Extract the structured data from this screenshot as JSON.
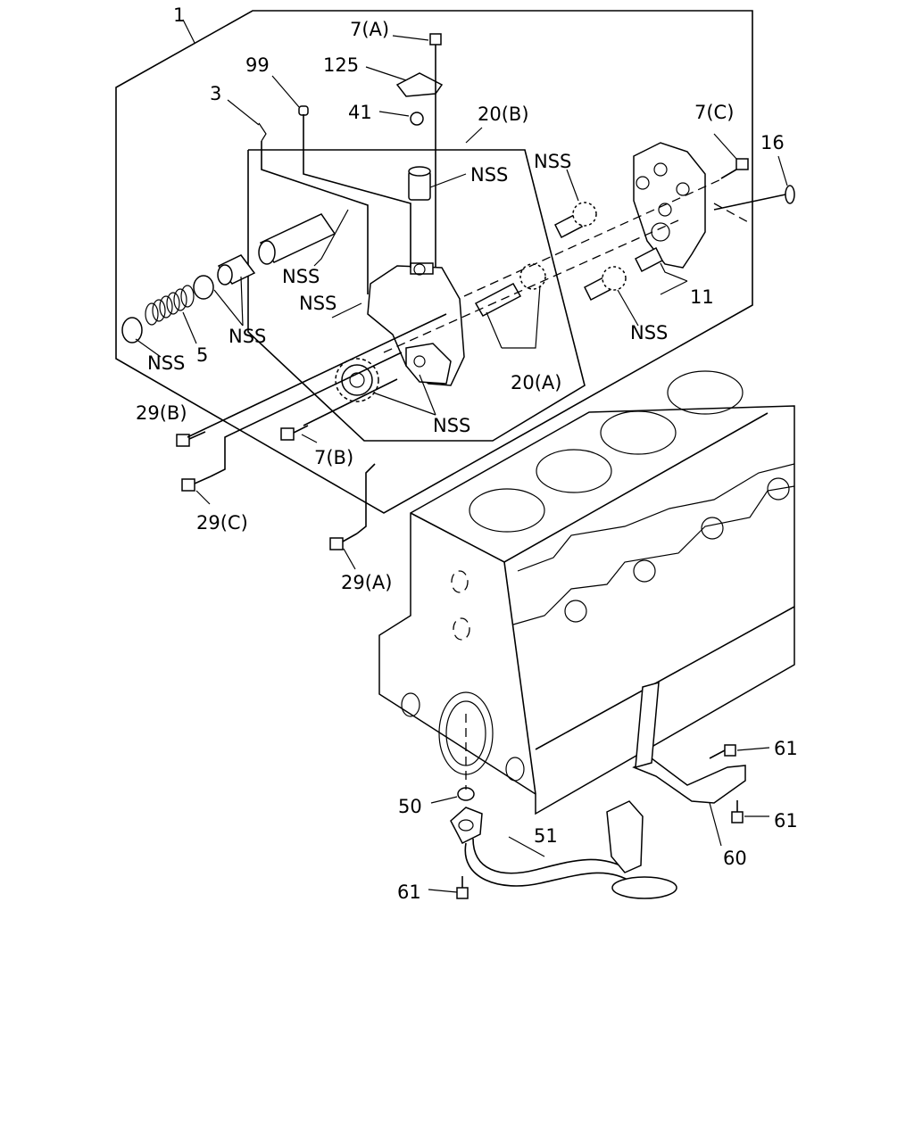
{
  "labels": {
    "l1": "1",
    "l7a": "7(A)",
    "l125": "125",
    "l99": "99",
    "l3": "3",
    "l41": "41",
    "l20b": "20(B)",
    "l7c": "7(C)",
    "l16": "16",
    "nss_a": "NSS",
    "nss_b": "NSS",
    "nss_c": "NSS",
    "nss_d": "NSS",
    "nss_e": "NSS",
    "nss_f": "NSS",
    "nss_g": "NSS",
    "nss_h": "NSS",
    "l5": "5",
    "l11": "11",
    "l20a": "20(A)",
    "l29b": "29(B)",
    "l7b": "7(B)",
    "l29c": "29(C)",
    "l29a": "29(A)",
    "l61a": "61",
    "l61b": "61",
    "l61c": "61",
    "l50": "50",
    "l51": "51",
    "l60": "60"
  }
}
